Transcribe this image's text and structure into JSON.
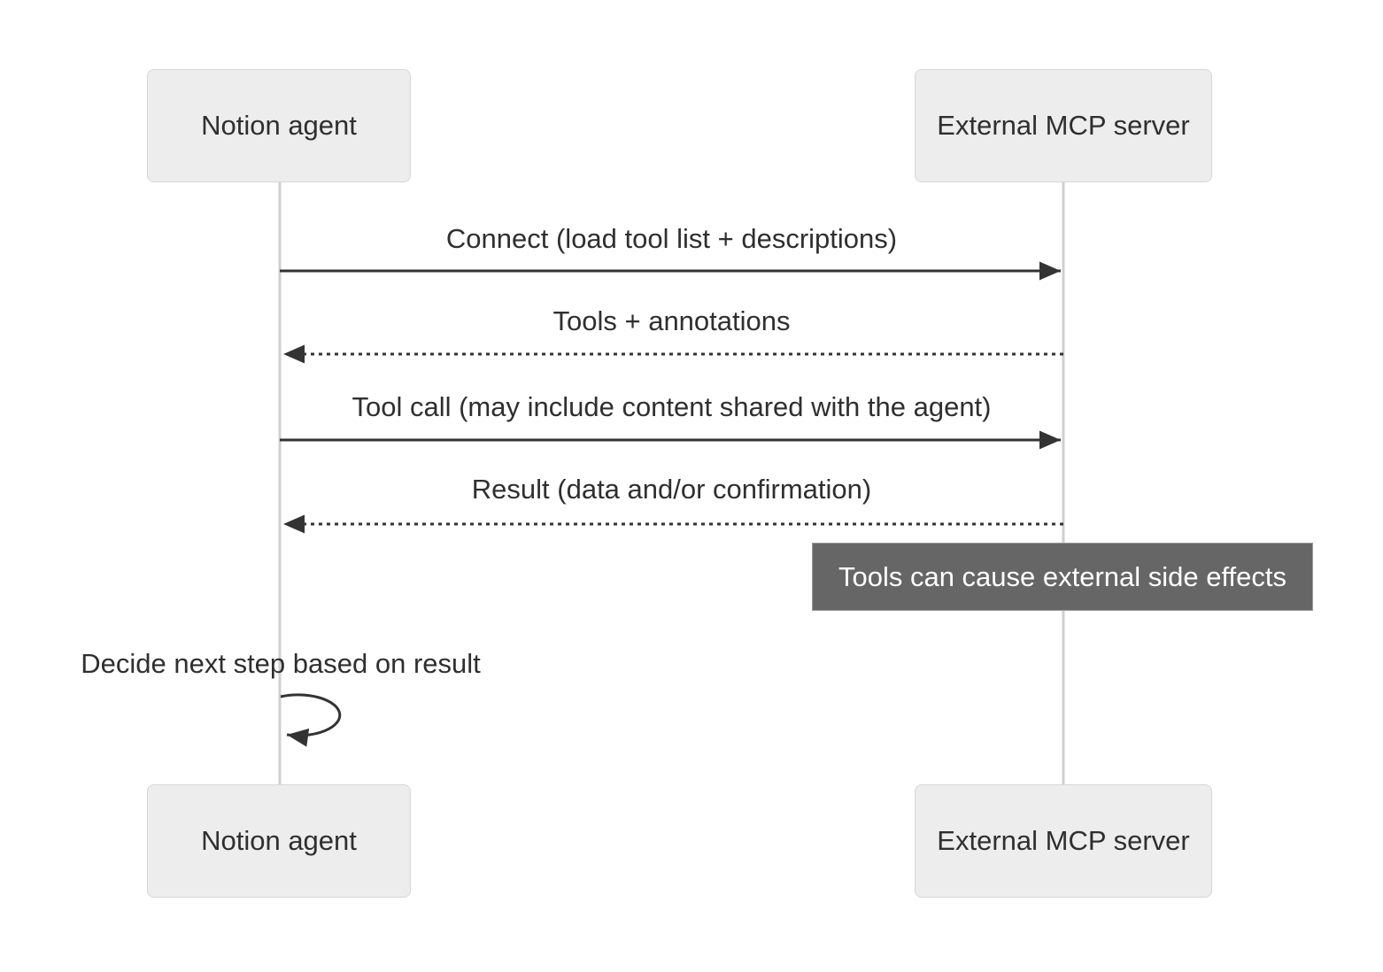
{
  "diagram": {
    "type": "sequence",
    "actors": [
      {
        "id": "notion-agent",
        "label": "Notion agent"
      },
      {
        "id": "external-mcp-server",
        "label": "External MCP server"
      }
    ],
    "messages": [
      {
        "label": "Connect (load tool list + descriptions)",
        "from": "notion-agent",
        "to": "external-mcp-server",
        "line": "solid",
        "direction": "right"
      },
      {
        "label": "Tools + annotations",
        "from": "external-mcp-server",
        "to": "notion-agent",
        "line": "dashed",
        "direction": "left"
      },
      {
        "label": "Tool call (may include content shared with the agent)",
        "from": "notion-agent",
        "to": "external-mcp-server",
        "line": "solid",
        "direction": "right"
      },
      {
        "label": "Result (data and/or confirmation)",
        "from": "external-mcp-server",
        "to": "notion-agent",
        "line": "dashed",
        "direction": "left"
      },
      {
        "label": "Decide next step based on result",
        "from": "notion-agent",
        "to": "notion-agent",
        "line": "solid",
        "direction": "self"
      }
    ],
    "note": {
      "label": "Tools can cause external side effects",
      "over": "external-mcp-server"
    },
    "colors": {
      "background": "#ffffff",
      "actor_fill": "#ededed",
      "actor_border": "#d7d7d7",
      "lifeline": "#cfcfcf",
      "arrow": "#333333",
      "text": "#2f2f2f",
      "note_fill": "#666666",
      "note_text": "#ffffff"
    }
  }
}
